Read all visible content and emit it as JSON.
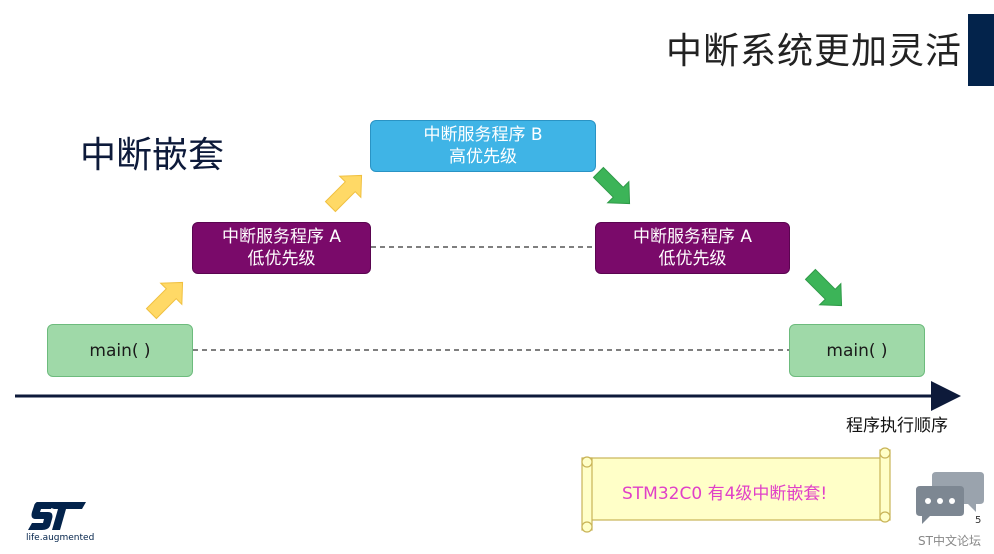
{
  "slide": {
    "title": "中断系统更加灵活",
    "heading": "中断嵌套",
    "page_number": "5"
  },
  "diagram": {
    "main_left": "main( )",
    "main_right": "main( )",
    "isr_a": {
      "name": "中断服务程序 A",
      "priority": "低优先级"
    },
    "isr_b": {
      "name": "中断服务程序 B",
      "priority": "高优先级"
    },
    "axis_label": "程序执行顺序"
  },
  "callout": {
    "text": "STM32C0 有4级中断嵌套!"
  },
  "branding": {
    "logo_tagline": "life.augmented",
    "forum_label": "ST中文论坛"
  },
  "colors": {
    "main_box": "#9fd9a8",
    "isr_a_box": "#7a0a6a",
    "isr_b_box": "#3fb4e6",
    "up_arrow": "#ffd966",
    "down_arrow": "#3cb458",
    "axis": "#0d1a3a",
    "callout_text": "#e040c8",
    "scroll_fill": "#ffffc8",
    "title_bar": "#03234b"
  },
  "icons": {
    "up_arrow": "arrow-up-right-icon",
    "down_arrow": "arrow-down-right-icon",
    "logo": "st-logo",
    "forum": "chat-bubbles-icon"
  }
}
